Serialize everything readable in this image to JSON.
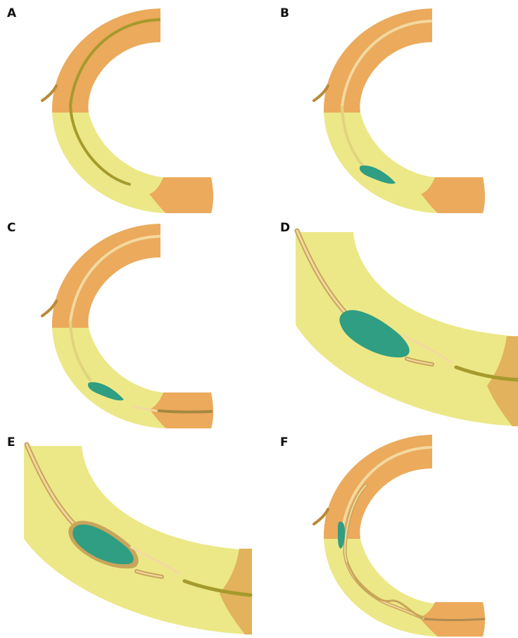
{
  "panels": [
    {
      "id": "a",
      "label": "A"
    },
    {
      "id": "b",
      "label": "B"
    },
    {
      "id": "c",
      "label": "C"
    },
    {
      "id": "d",
      "label": "D"
    },
    {
      "id": "e",
      "label": "E"
    },
    {
      "id": "f",
      "label": "F"
    }
  ],
  "colors": {
    "orange_tissue": "#ebaa5c",
    "yellow_tissue": "#ece887",
    "dark_olive_duct": "#a59a2c",
    "light_cream_duct": "#f3d9a0",
    "tan_duct_border": "#c9a55a",
    "green_lesion": "#2f9e82",
    "brown_stalk": "#b88a3a",
    "muted_orange": "#e3b25c"
  }
}
